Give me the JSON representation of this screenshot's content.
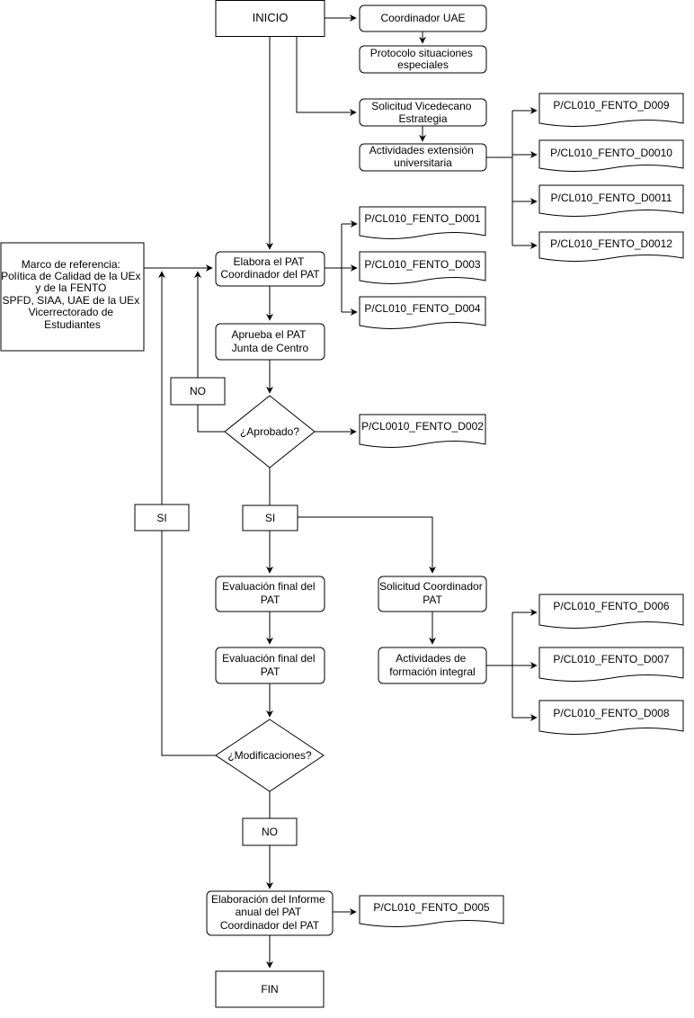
{
  "colors": {
    "stroke": "#000000",
    "fill": "#ffffff"
  },
  "nodes": {
    "inicio": "INICIO",
    "coordinador_uae": "Coordinador UAE",
    "protocolo": [
      "Protocolo situaciones",
      "especiales"
    ],
    "solicitud_vicedecano": [
      "Solicitud Vicedecano",
      "Estrategia"
    ],
    "actividades_extension": [
      "Actividades extensión",
      "universitaria"
    ],
    "marco_referencia": [
      "Marco de referencia:",
      "Política de Calidad de la UEx",
      "y de la FENTO",
      "SPFD, SIAA, UAE de la UEx",
      "Vicerrectorado de",
      "Estudiantes"
    ],
    "elabora_pat": [
      "Elabora el PAT",
      "Coordinador del PAT"
    ],
    "aprueba_pat": [
      "Aprueba el PAT",
      "Junta de Centro"
    ],
    "no_label_1": "NO",
    "aprobado": "¿Aprobado?",
    "si_label_left": "SI",
    "si_label_mid": "SI",
    "evaluacion_1": [
      "Evaluación final del",
      "PAT"
    ],
    "evaluacion_2": [
      "Evaluación final del",
      "PAT"
    ],
    "solicitud_coordinador": [
      "Solicitud Coordinador",
      "PAT"
    ],
    "actividades_formacion": [
      "Actividades de",
      "formación integral"
    ],
    "modificaciones": "¿Modificaciones?",
    "no_label_2": "NO",
    "informe_anual": [
      "Elaboración del Informe",
      "anual del PAT",
      "Coordinador del PAT"
    ],
    "fin": "FIN"
  },
  "documents": {
    "d009": "P/CL010_FENTO_D009",
    "d0010": "P/CL010_FENTO_D0010",
    "d0011": "P/CL010_FENTO_D0011",
    "d0012": "P/CL010_FENTO_D0012",
    "d001": "P/CL010_FENTO_D001",
    "d003": "P/CL010_FENTO_D003",
    "d004": "P/CL010_FENTO_D004",
    "d002": "P/CL0010_FENTO_D002",
    "d006": "P/CL010_FENTO_D006",
    "d007": "P/CL010_FENTO_D007",
    "d008": "P/CL010_FENTO_D008",
    "d005": "P/CL010_FENTO_D005"
  }
}
